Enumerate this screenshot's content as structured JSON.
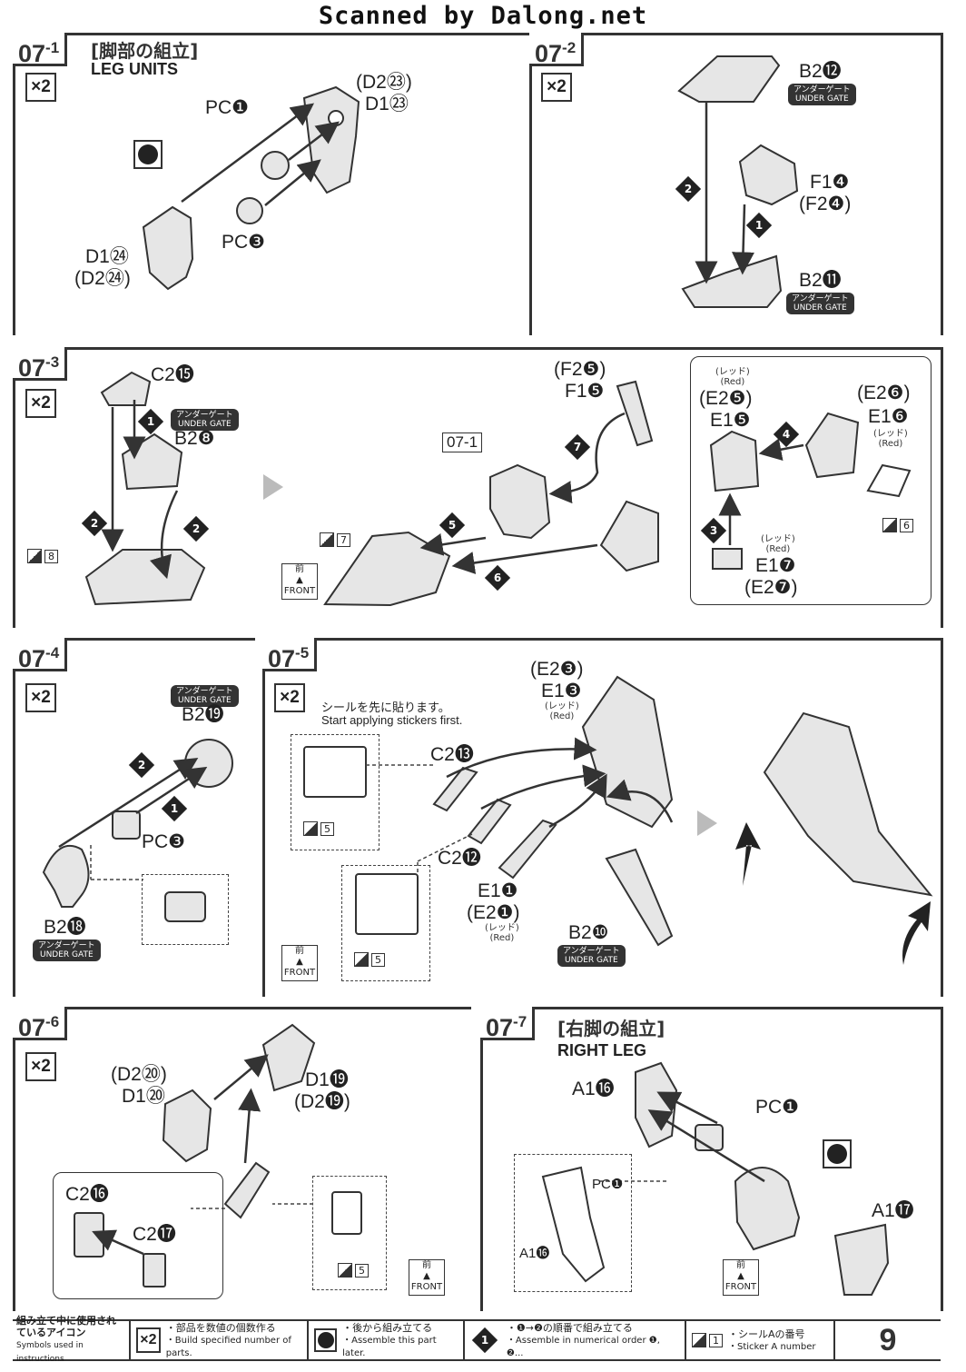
{
  "watermark": "Scanned by Dalong.net",
  "steps": {
    "s1": {
      "num": "07",
      "sub": "1",
      "jp": "[脚部の組立]",
      "en": "LEG UNITS",
      "qty": "×2",
      "labels": {
        "d2_23": "(D2㉓)",
        "d1_23": "D1㉓",
        "pc1": "PC❶",
        "d1_24": "D1㉔",
        "d2_24": "(D2㉔)",
        "pc3": "PC❸"
      }
    },
    "s2": {
      "num": "07",
      "sub": "2",
      "qty": "×2",
      "labels": {
        "b2_12": "B2⓬",
        "f1_4": "F1❹",
        "f2_4": "(F2❹)",
        "b2_11": "B2⓫"
      },
      "under_gate_jp": "アンダーゲート",
      "under_gate_en": "UNDER GATE"
    },
    "s3": {
      "num": "07",
      "sub": "3",
      "qty": "×2",
      "labels": {
        "c2_15": "C2⓯",
        "b2_8": "B2❽",
        "f2_5": "(F2❺)",
        "f1_5": "F1❺",
        "ref": "07-1",
        "e2_5": "(E2❺)",
        "e1_5": "E1❺",
        "e2_6": "(E2❻)",
        "e1_6": "E1❻",
        "e1_7": "E1❼",
        "e2_7": "(E2❼)"
      },
      "red_jp": "(レッド)",
      "red_en": "(Red)",
      "stickers": [
        "8",
        "7",
        "6"
      ]
    },
    "s4": {
      "num": "07",
      "sub": "4",
      "qty": "×2",
      "labels": {
        "b2_19": "B2⓳",
        "pc3": "PC❸",
        "b2_18": "B2⓲"
      }
    },
    "s5": {
      "num": "07",
      "sub": "5",
      "qty": "×2",
      "note_jp": "シールを先に貼ります。",
      "note_en": "Start applying stickers first.",
      "labels": {
        "e2_3": "(E2❸)",
        "e1_3": "E1❸",
        "c2_13": "C2⓭",
        "c2_12": "C2⓬",
        "e1_1": "E1❶",
        "e2_1": "(E2❶)",
        "b2_10": "B2❿"
      },
      "stickers": [
        "5",
        "5"
      ]
    },
    "s6": {
      "num": "07",
      "sub": "6",
      "qty": "×2",
      "labels": {
        "d2_20": "(D2⑳)",
        "d1_20": "D1⑳",
        "d1_19": "D1⓳",
        "d2_19": "(D2⓳)",
        "c2_16": "C2⓰",
        "c2_17": "C2⓱"
      },
      "stickers": [
        "5"
      ]
    },
    "s7": {
      "num": "07",
      "sub": "7",
      "jp": "[右脚の組立]",
      "en": "RIGHT LEG",
      "labels": {
        "a1_16": "A1⓰",
        "pc1": "PC❶",
        "a1_17": "A1⓱",
        "pc1_small": "PC❶",
        "a1_16_small": "A1⓰"
      }
    }
  },
  "front": {
    "jp": "前",
    "en": "FRONT"
  },
  "legend": {
    "title_jp": "組み立て中に使用されているアイコン",
    "title_en": "Symbols used in instructions",
    "x2_jp": "・部品を数値の個数作る",
    "x2_en": "・Build specified number of parts.",
    "later_jp": "・後から組み立てる",
    "later_en": "・Assemble this part later.",
    "order_jp": "・❶→❷の順番で組み立てる",
    "order_en": "・Assemble in numerical order ❶, ❷...",
    "sticker_jp": "・シールAの番号",
    "sticker_en": "・Sticker A number",
    "sticker_num": "1",
    "qty": "×2"
  },
  "page_number": "9",
  "colors": {
    "line": "#333333",
    "part_fill": "#e6e6e6",
    "part_shade": "#bdbdbd"
  }
}
